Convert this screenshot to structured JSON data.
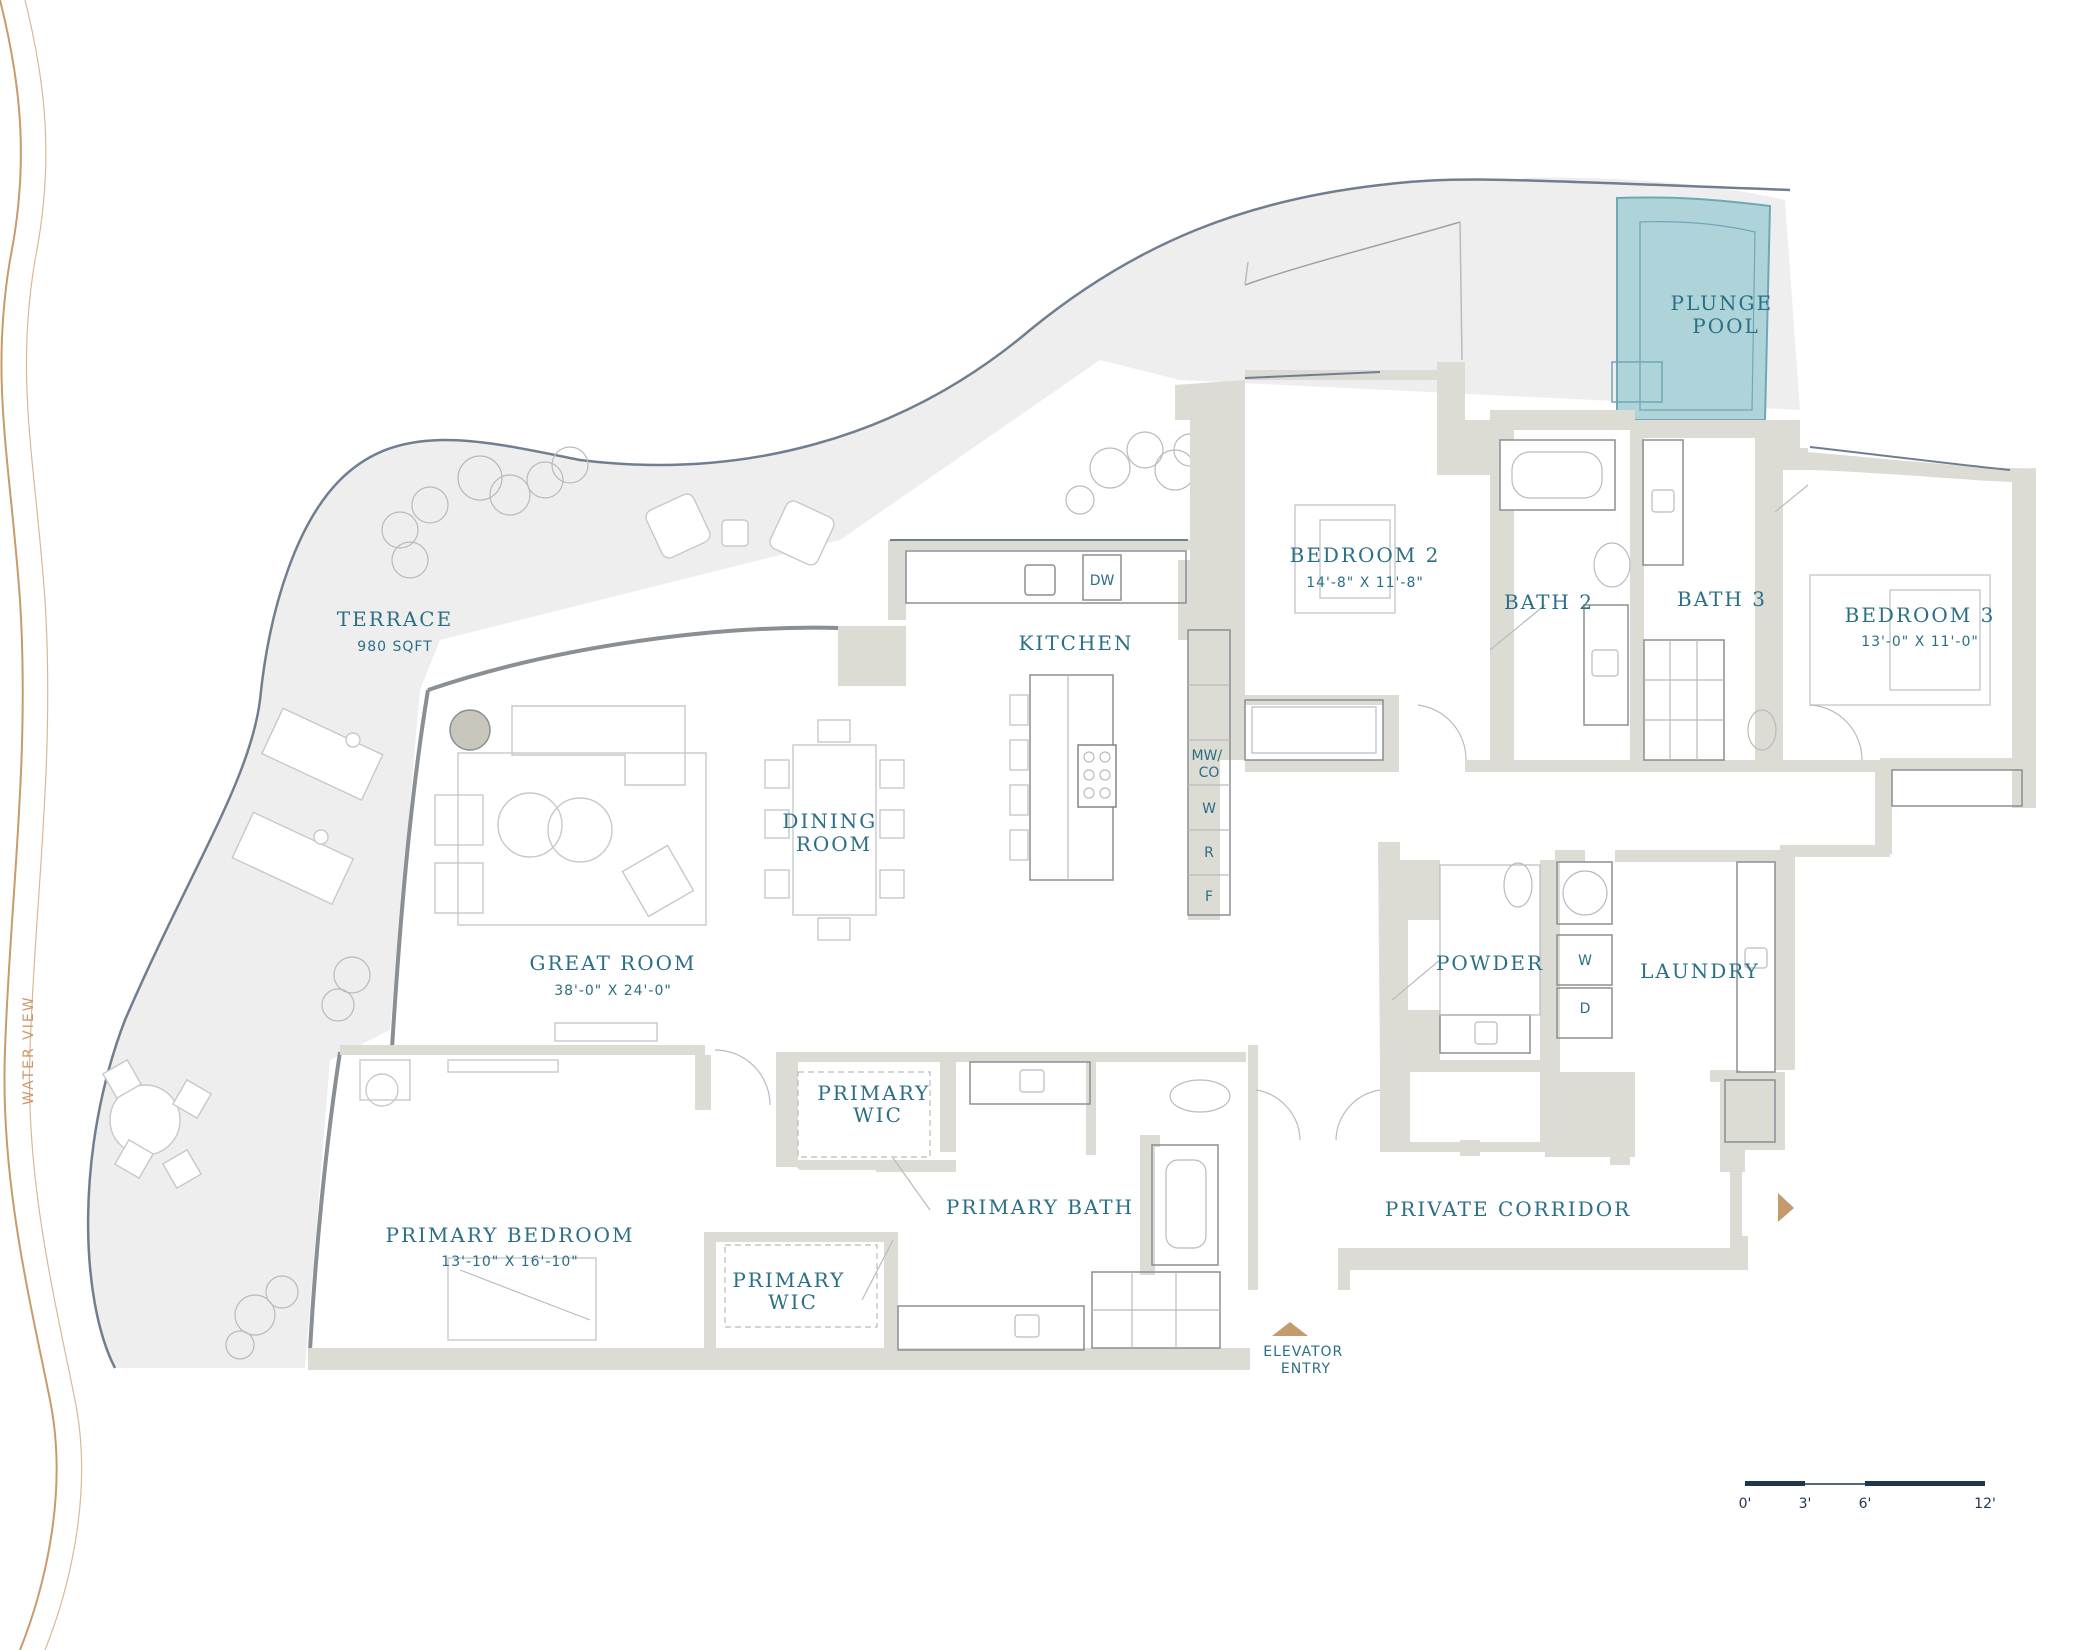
{
  "plan": {
    "rooms": {
      "plunge_pool": [
        "PLUNGE",
        "POOL"
      ],
      "terrace": "TERRACE",
      "terrace_area": "980 SQFT",
      "bedroom2": "BEDROOM 2",
      "bedroom2_dim": "14'-8\" X 11'-8\"",
      "bath2": "BATH 2",
      "bath3": "BATH 3",
      "bedroom3": "BEDROOM 3",
      "bedroom3_dim": "13'-0\" X 11'-0\"",
      "kitchen": "KITCHEN",
      "dining": [
        "DINING",
        "ROOM"
      ],
      "great_room": "GREAT ROOM",
      "great_room_dim": "38'-0\" X 24'-0\"",
      "powder": "POWDER",
      "laundry": "LAUNDRY",
      "primary_wic_1": [
        "PRIMARY",
        "WIC"
      ],
      "primary_wic_2": [
        "PRIMARY",
        "WIC"
      ],
      "primary_bath": "PRIMARY BATH",
      "primary_bedroom": "PRIMARY BEDROOM",
      "primary_bedroom_dim": "13'-10\" X 16'-10\"",
      "private_corridor": "PRIVATE CORRIDOR"
    },
    "fixtures": {
      "dw": "DW",
      "mwco": [
        "MW/",
        "CO"
      ],
      "w": "W",
      "r": "R",
      "f": "F",
      "laundry_w": "W",
      "laundry_d": "D"
    },
    "elevator_entry": [
      "ELEVATOR",
      "ENTRY"
    ],
    "water_view": "WATER VIEW",
    "scale": [
      "0'",
      "3'",
      "6'",
      "12'"
    ],
    "colors": {
      "accent_text": "#2a6f86",
      "pool": "#aed4d9",
      "terrace": "#eeeeee",
      "wall": "#dcdbd4",
      "shoreline": "#c99a6b",
      "entry_marker": "#c59a6d"
    }
  }
}
